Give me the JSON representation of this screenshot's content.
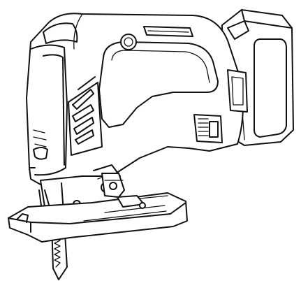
{
  "image": {
    "subject": "cordless-jigsaw",
    "style": "black-and-white-line-art"
  },
  "colors": {
    "background": "#ffffff",
    "line": "#111111",
    "fill": "#ffffff"
  },
  "parts": [
    "battery-pack",
    "handle",
    "motor-housing",
    "front-grip",
    "speed-selector",
    "blade-clamp",
    "saw-blade",
    "base-plate",
    "bevel-adjust-lever"
  ]
}
